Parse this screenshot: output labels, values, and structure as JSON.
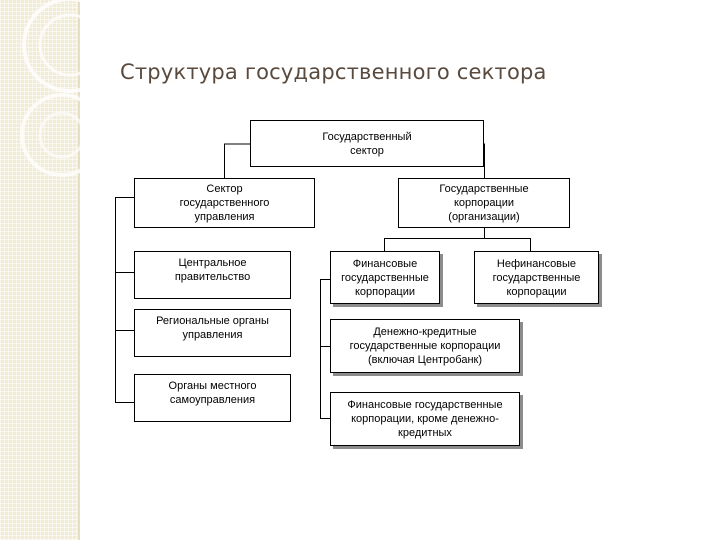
{
  "title": "Структура государственного сектора",
  "diagram": {
    "root": "Государственный\nсектор",
    "left_branch": {
      "header": "Сектор\nгосударственного\nуправления",
      "children": [
        "Центральное\nправительство",
        "Региональные органы\nуправления",
        "Органы местного\nсамоуправления"
      ]
    },
    "right_branch": {
      "header": "Государственные\nкорпорации\n(организации)",
      "financial": "Финансовые\nгосударственные\nкорпорации",
      "nonfinancial": "Нефинансовые\nгосударственные\nкорпорации",
      "financial_children": [
        "Денежно-кредитные\nгосударственные корпорации\n(включая Центробанк)",
        "Финансовые государственные\nкорпорации, кроме денежно-\nкредитных"
      ]
    }
  }
}
